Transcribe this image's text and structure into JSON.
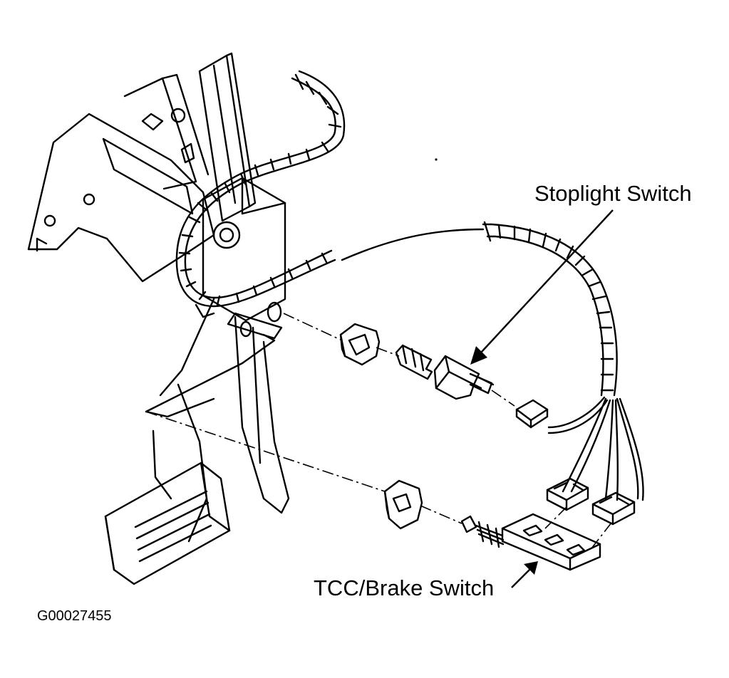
{
  "labels": {
    "stoplight_switch": "Stoplight Switch",
    "tcc_brake_switch": "TCC/Brake Switch",
    "figure_code": "G00027455"
  },
  "colors": {
    "ink": "#000000",
    "paper": "#ffffff"
  }
}
